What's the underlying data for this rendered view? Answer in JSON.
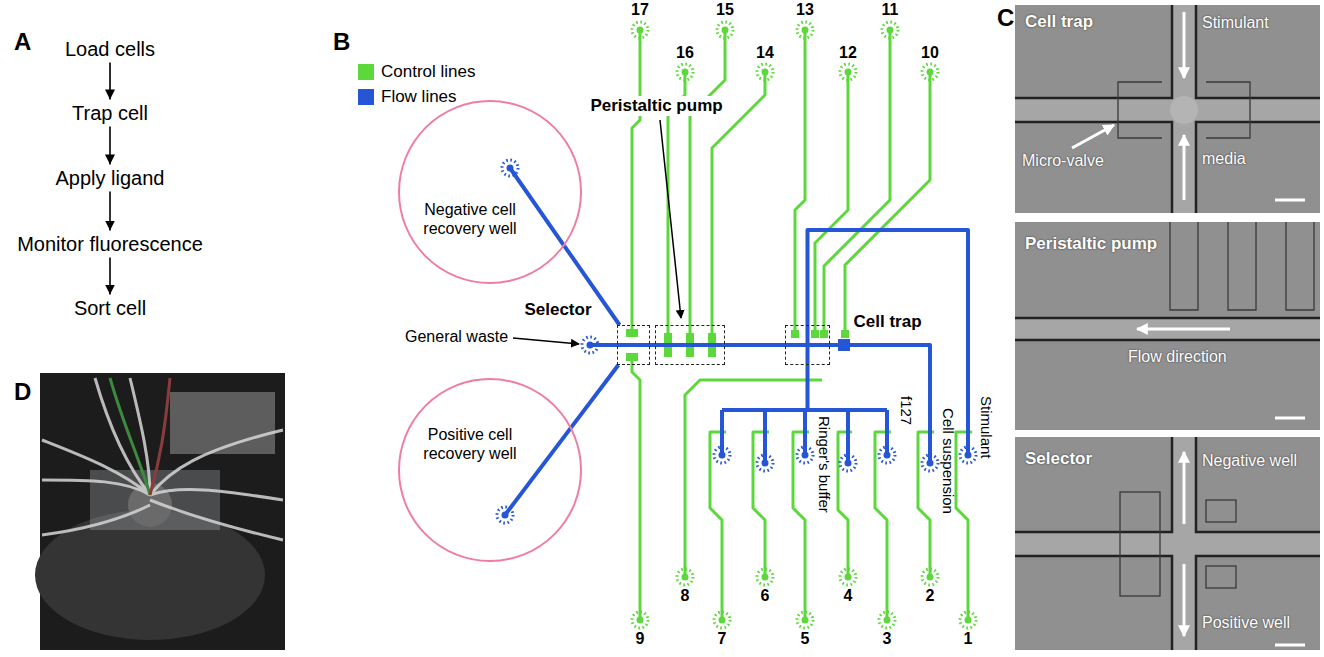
{
  "diagram": {
    "nodes": [
      {
        "text": [
          "Load cells"
        ]
      },
      {
        "text": [
          "Trap cell"
        ]
      },
      {
        "text": [
          "Apply ligand"
        ]
      },
      {
        "text": [
          "Monitor fluorescence"
        ]
      },
      {
        "text": [
          "Sort cell"
        ]
      },
      {
        "text": [
          "Negative cell recovery well"
        ]
      },
      {
        "text": [
          "Positive cell recovery well"
        ]
      },
      {
        "text": [
          "Selector"
        ]
      },
      {
        "text": [
          "Peristaltic pump"
        ]
      },
      {
        "text": [
          "Cell trap"
        ]
      }
    ],
    "edges": [
      {
        "from": 0,
        "to": 1,
        "arrow": "to"
      },
      {
        "from": 1,
        "to": 2,
        "arrow": "to"
      },
      {
        "from": 2,
        "to": 3,
        "arrow": "to"
      },
      {
        "from": 3,
        "to": 4,
        "arrow": "to"
      },
      {
        "from": 5,
        "to": 7,
        "arrow": "none"
      },
      {
        "from": 6,
        "to": 7,
        "arrow": "none"
      },
      {
        "from": 7,
        "to": 8,
        "arrow": "none"
      },
      {
        "from": 8,
        "to": 9,
        "arrow": "none"
      }
    ],
    "labels": [
      "A",
      "B",
      "C",
      "D",
      "General waste",
      "17",
      "16",
      "15",
      "14",
      "13",
      "12",
      "11",
      "10",
      "9",
      "8",
      "7",
      "6",
      "5",
      "4",
      "3",
      "2",
      "1",
      "Ringer's buffer",
      "f127",
      "Cell suspension",
      "Stimulant",
      "Cell trap",
      "Stimulant",
      "Micro-valve",
      "media",
      "Peristaltic pump",
      "Flow direction",
      "Selector",
      "Negative well",
      "Positive well"
    ],
    "legend": [
      {
        "text": "Control lines",
        "color": "#5cd83c"
      },
      {
        "text": "Flow lines",
        "color": "#2456d6"
      }
    ]
  }
}
